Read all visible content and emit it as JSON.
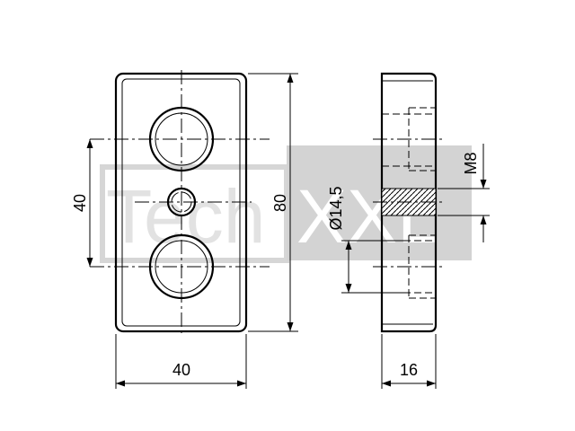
{
  "watermark": {
    "left": "Tech",
    "right": "XXL"
  },
  "dimensions": {
    "hole_spacing": "40",
    "height": "80",
    "width": "40",
    "thickness": "16",
    "counterbore_diameter": "Ø14,5",
    "thread": "M8"
  },
  "colors": {
    "line": "#000000",
    "watermark_fill": "#e2e2e2",
    "watermark_box": "#d0d0d0"
  }
}
